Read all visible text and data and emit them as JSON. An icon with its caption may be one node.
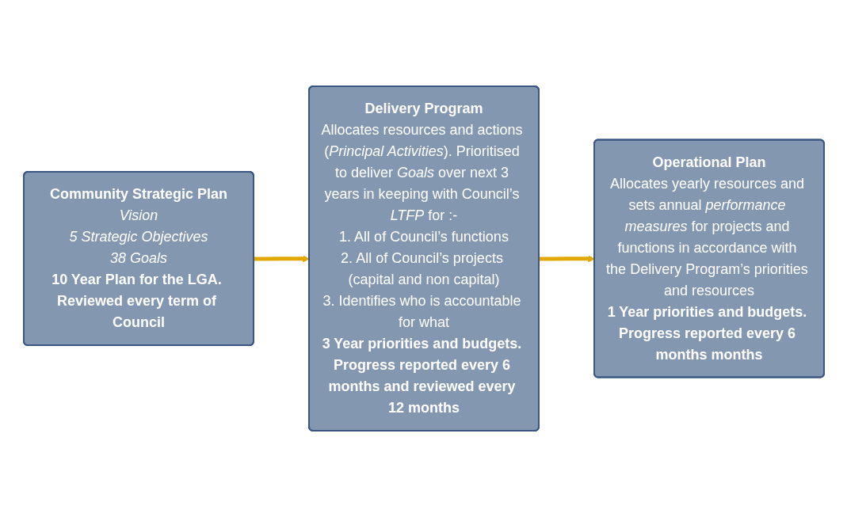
{
  "diagram": {
    "nodes": [
      {
        "text": [
          "Community Strategic Plan",
          "Vision",
          "5 Strategic Objectives",
          "38 Goals",
          "10 Year Plan for the LGA. Reviewed every term of Council"
        ]
      },
      {
        "text": [
          "Delivery Program",
          "Allocates resources and actions (*Principal Activities*). Prioritised to deliver *Goals* over next 3 years in keeping with Council’s *LTFP* for :-",
          "1. All of Council’s functions",
          "2. All of Council’s projects (capital and non capital)",
          "3. Identifies who is accountable for what",
          "3 Year priorities and budgets. Progress reported every 6 months and reviewed every 12 months"
        ]
      },
      {
        "text": [
          "Operational Plan",
          "Allocates yearly resources and sets annual *performance measures* for projects and functions in accordance with the Delivery Program’s priorities and resources",
          "1 Year priorities and budgets. Progress reported every 6 months months"
        ]
      }
    ],
    "edges": [
      {
        "from": 0,
        "to": 1,
        "arrow": "to"
      },
      {
        "from": 1,
        "to": 2,
        "arrow": "to"
      }
    ]
  }
}
